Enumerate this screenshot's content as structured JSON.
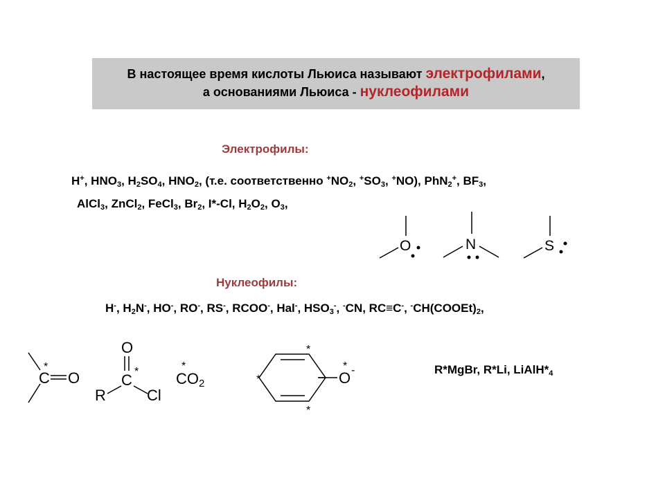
{
  "banner": {
    "line1_prefix": "В настоящее время кислоты Льюиса называют ",
    "line1_accent": "электрофилами",
    "line1_suffix": ",",
    "line2_prefix": "а основаниями Льюиса - ",
    "line2_accent": "нуклеофилами"
  },
  "electrophiles": {
    "heading": "Электрофилы:",
    "accent_color": "#9b3b3b",
    "structures": [
      {
        "atom": "O",
        "label": "ether-oxygen"
      },
      {
        "atom": "N",
        "label": "amine-nitrogen"
      },
      {
        "atom": "S",
        "label": "thioether-sulfur"
      }
    ]
  },
  "nucleophiles": {
    "heading": "Нуклеофилы:",
    "reagents": "R*MgBr, R*Li, LiAlH*",
    "reagents_sub": "4",
    "structures": {
      "carbonyl": {
        "c": "C",
        "o": "O",
        "star": "*"
      },
      "acyl_chloride": {
        "o": "O",
        "c": "C",
        "r": "R",
        "cl": "Cl",
        "star": "*"
      },
      "co2": {
        "co": "CO",
        "sub": "2",
        "star": "*"
      },
      "phenoxide": {
        "o": "O",
        "charge": "-",
        "star": "*"
      }
    }
  },
  "banner_bg": "#c9c9c9",
  "banner_accent_color": "#b0262a"
}
